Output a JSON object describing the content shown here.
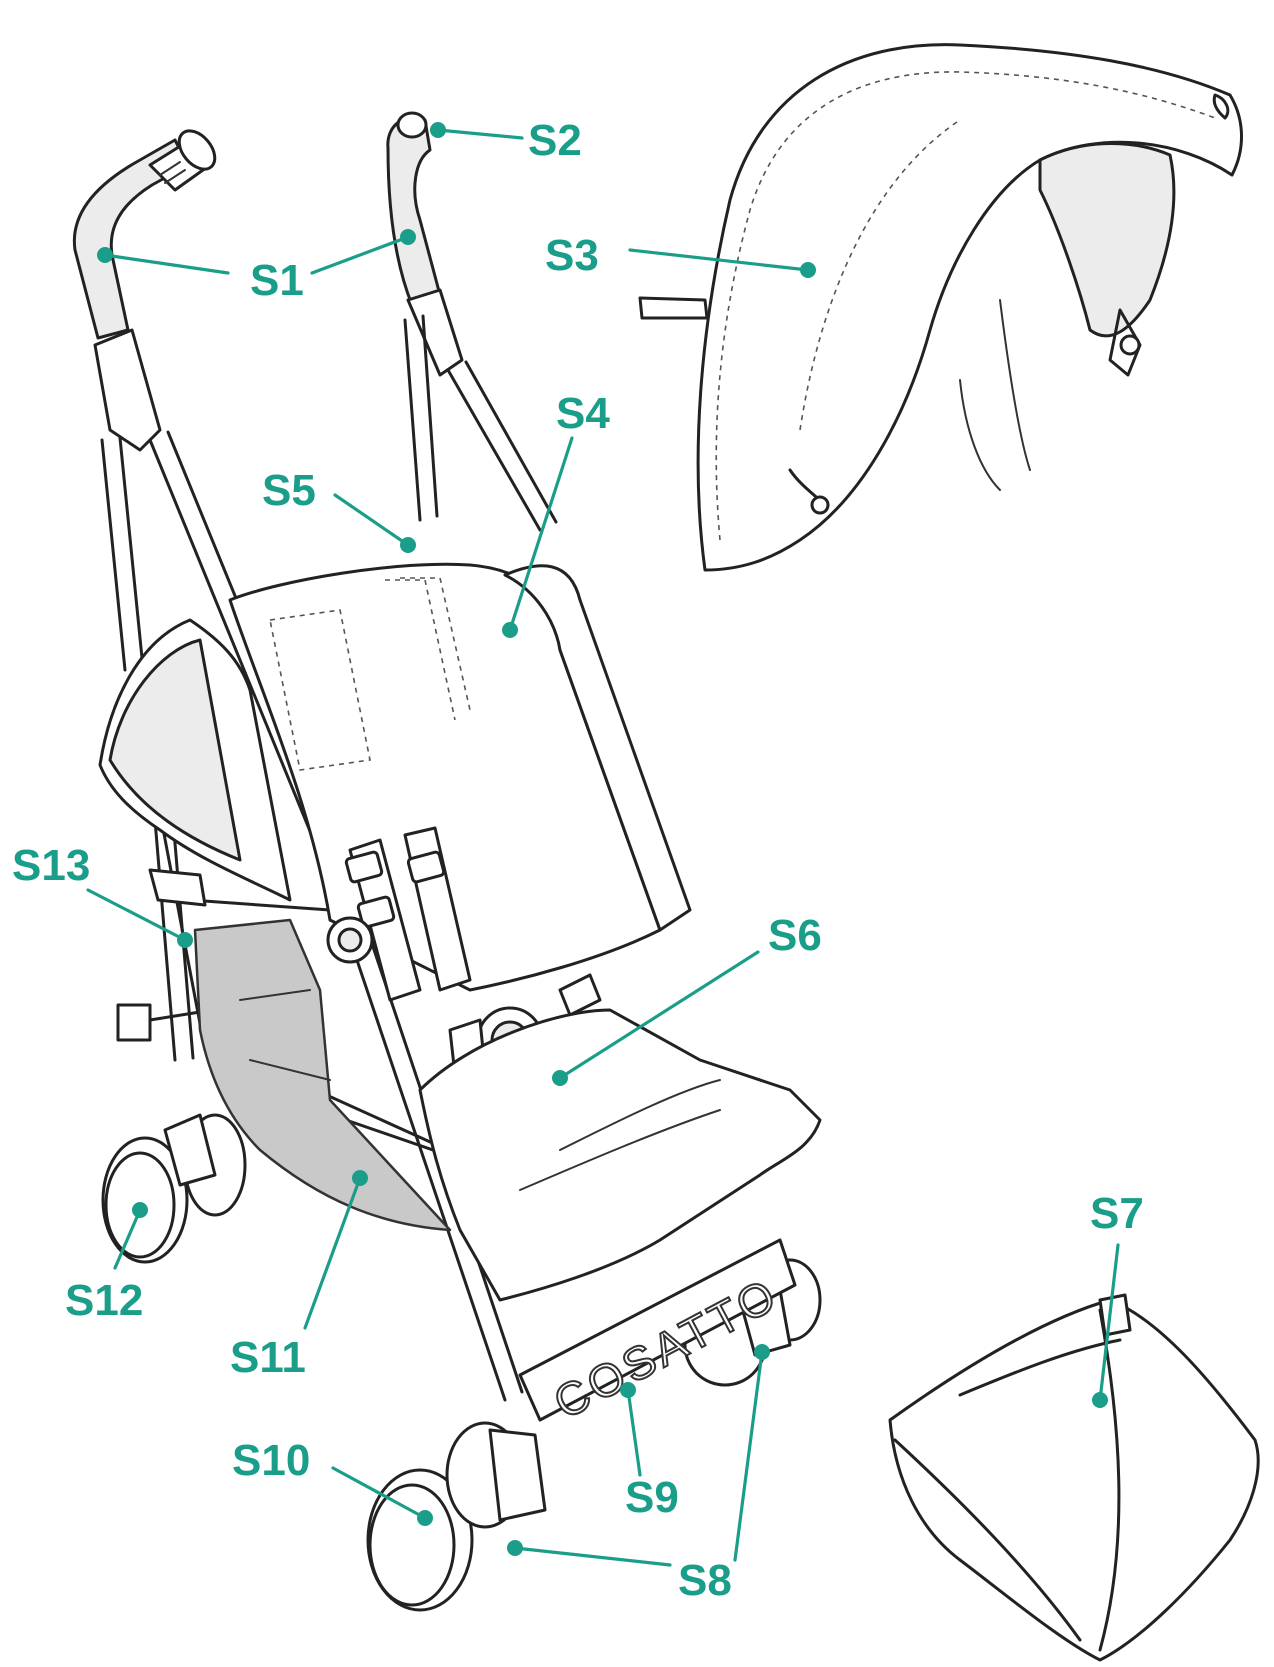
{
  "diagram": {
    "accent_color": "#1a9e8a",
    "brand_text": "COSATTO",
    "parts": [
      {
        "id": "S1",
        "label": "S1"
      },
      {
        "id": "S2",
        "label": "S2"
      },
      {
        "id": "S3",
        "label": "S3"
      },
      {
        "id": "S4",
        "label": "S4"
      },
      {
        "id": "S5",
        "label": "S5"
      },
      {
        "id": "S6",
        "label": "S6"
      },
      {
        "id": "S7",
        "label": "S7"
      },
      {
        "id": "S8",
        "label": "S8"
      },
      {
        "id": "S9",
        "label": "S9"
      },
      {
        "id": "S10",
        "label": "S10"
      },
      {
        "id": "S11",
        "label": "S11"
      },
      {
        "id": "S12",
        "label": "S12"
      },
      {
        "id": "S13",
        "label": "S13"
      }
    ]
  }
}
